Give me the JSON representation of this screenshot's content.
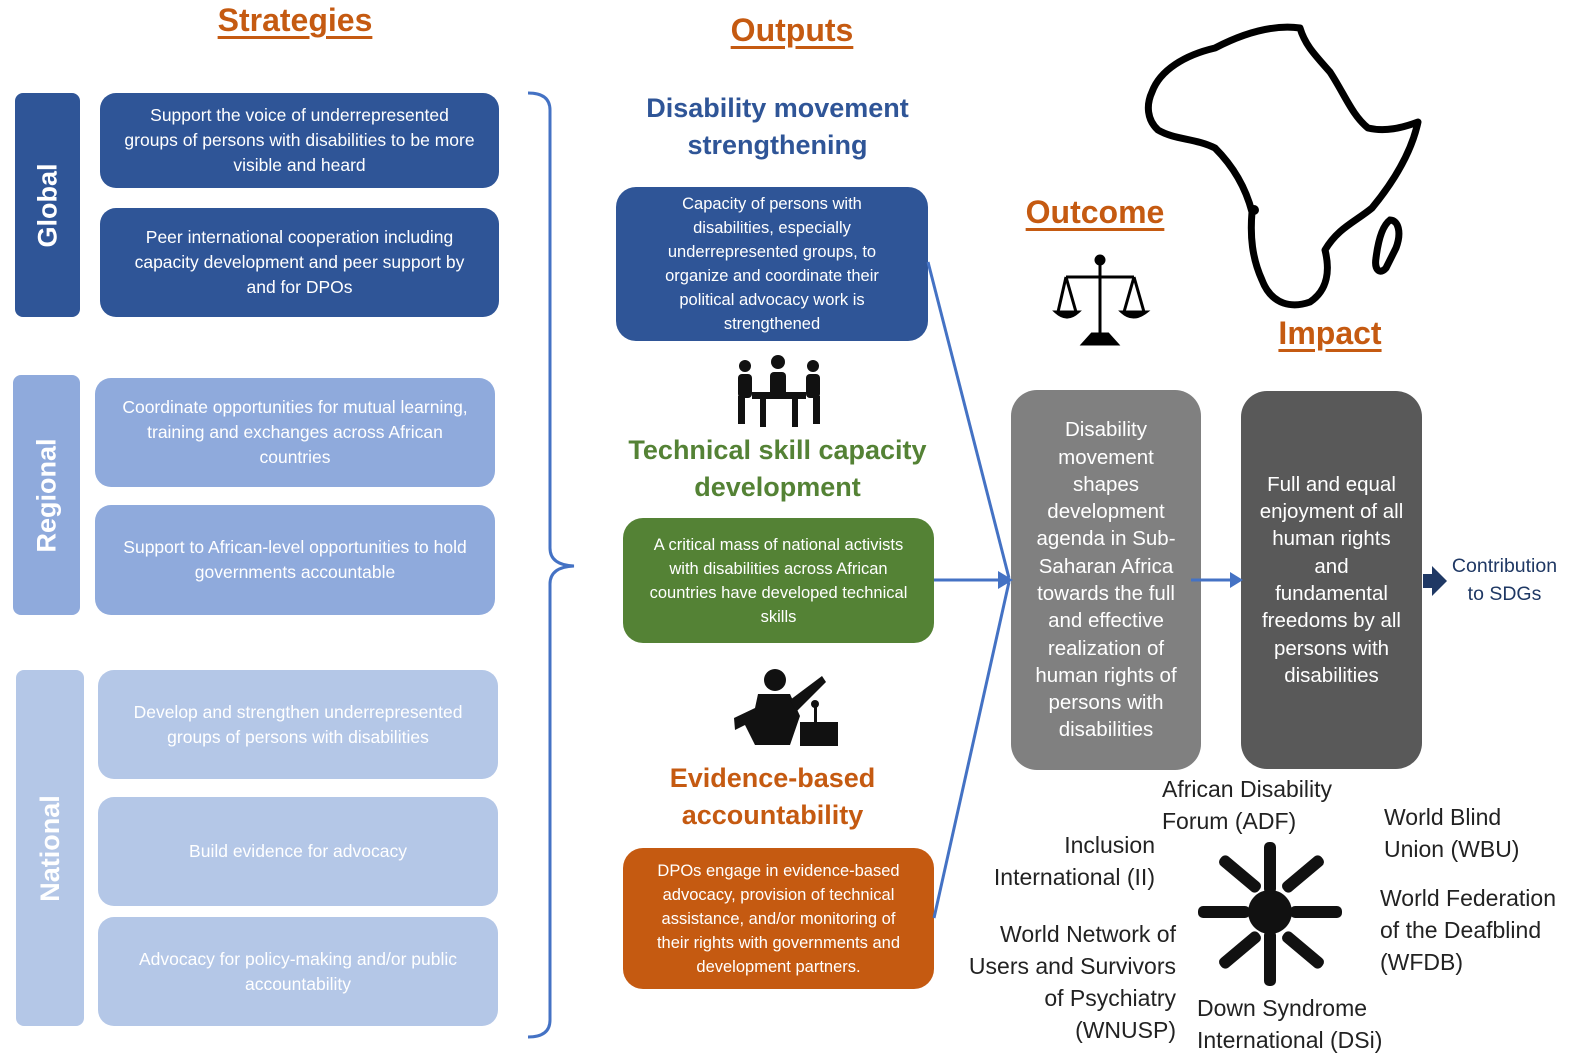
{
  "headers": {
    "strategies": "Strategies",
    "outputs": "Outputs",
    "outcome": "Outcome",
    "impact": "Impact"
  },
  "levels": {
    "global": "Global",
    "regional": "Regional",
    "national": "National"
  },
  "strategies": {
    "global": [
      "Support the voice of underrepresented groups of persons with disabilities to be more visible and heard",
      "Peer international cooperation including capacity development and peer support by and for DPOs"
    ],
    "regional": [
      "Coordinate opportunities for mutual learning, training and exchanges across African countries",
      "Support to African-level opportunities to hold governments accountable"
    ],
    "national": [
      "Develop and strengthen underrepresented groups of persons with disabilities",
      "Build evidence for advocacy",
      "Advocacy for policy-making and/or public accountability"
    ]
  },
  "outputs": [
    {
      "heading": "Disability movement strengthening",
      "text": "Capacity of persons with disabilities, especially underrepresented groups, to organize and coordinate their political advocacy work is strengthened",
      "color": "#2f5597"
    },
    {
      "heading": "Technical skill capacity development",
      "text": "A critical mass of national activists with disabilities across African countries have developed technical skills",
      "color": "#548235"
    },
    {
      "heading": "Evidence-based accountability",
      "text": "DPOs engage in evidence-based advocacy, provision of technical assistance, and/or monitoring of their rights with governments and development partners.",
      "color": "#c55a11"
    }
  ],
  "outcome_text": "Disability movement shapes development agenda in Sub-Saharan Africa towards the full and effective realization of human rights of persons with disabilities",
  "impact_text": "Full and equal enjoyment of all human rights and fundamental freedoms by all persons with disabilities",
  "contribution_text": "Contribution to SDGs",
  "organizations": {
    "adf": "African Disability Forum (ADF)",
    "ii": "Inclusion International (II)",
    "wbu": "World Blind Union (WBU)",
    "wfdb": "World Federation of the Deafblind (WFDB)",
    "wnusp": "World Network of Users and Survivors of Psychiatry (WNUSP)",
    "dsi": "Down Syndrome International (DSi)"
  },
  "icons": [
    "africa-map-icon",
    "scales-of-justice-icon",
    "meeting-people-icon",
    "speaker-podium-icon",
    "joined-hands-icon",
    "arrow-right-icon"
  ],
  "colors": {
    "header_orange": "#c55a11",
    "global_blue": "#2f5597",
    "regional_blue": "#8faadc",
    "national_blue": "#b4c7e7",
    "output_green": "#548235",
    "outcome_gray": "#808080",
    "impact_gray": "#595959",
    "arrow_blue": "#4472c4",
    "contribution_navy": "#1f3864"
  }
}
